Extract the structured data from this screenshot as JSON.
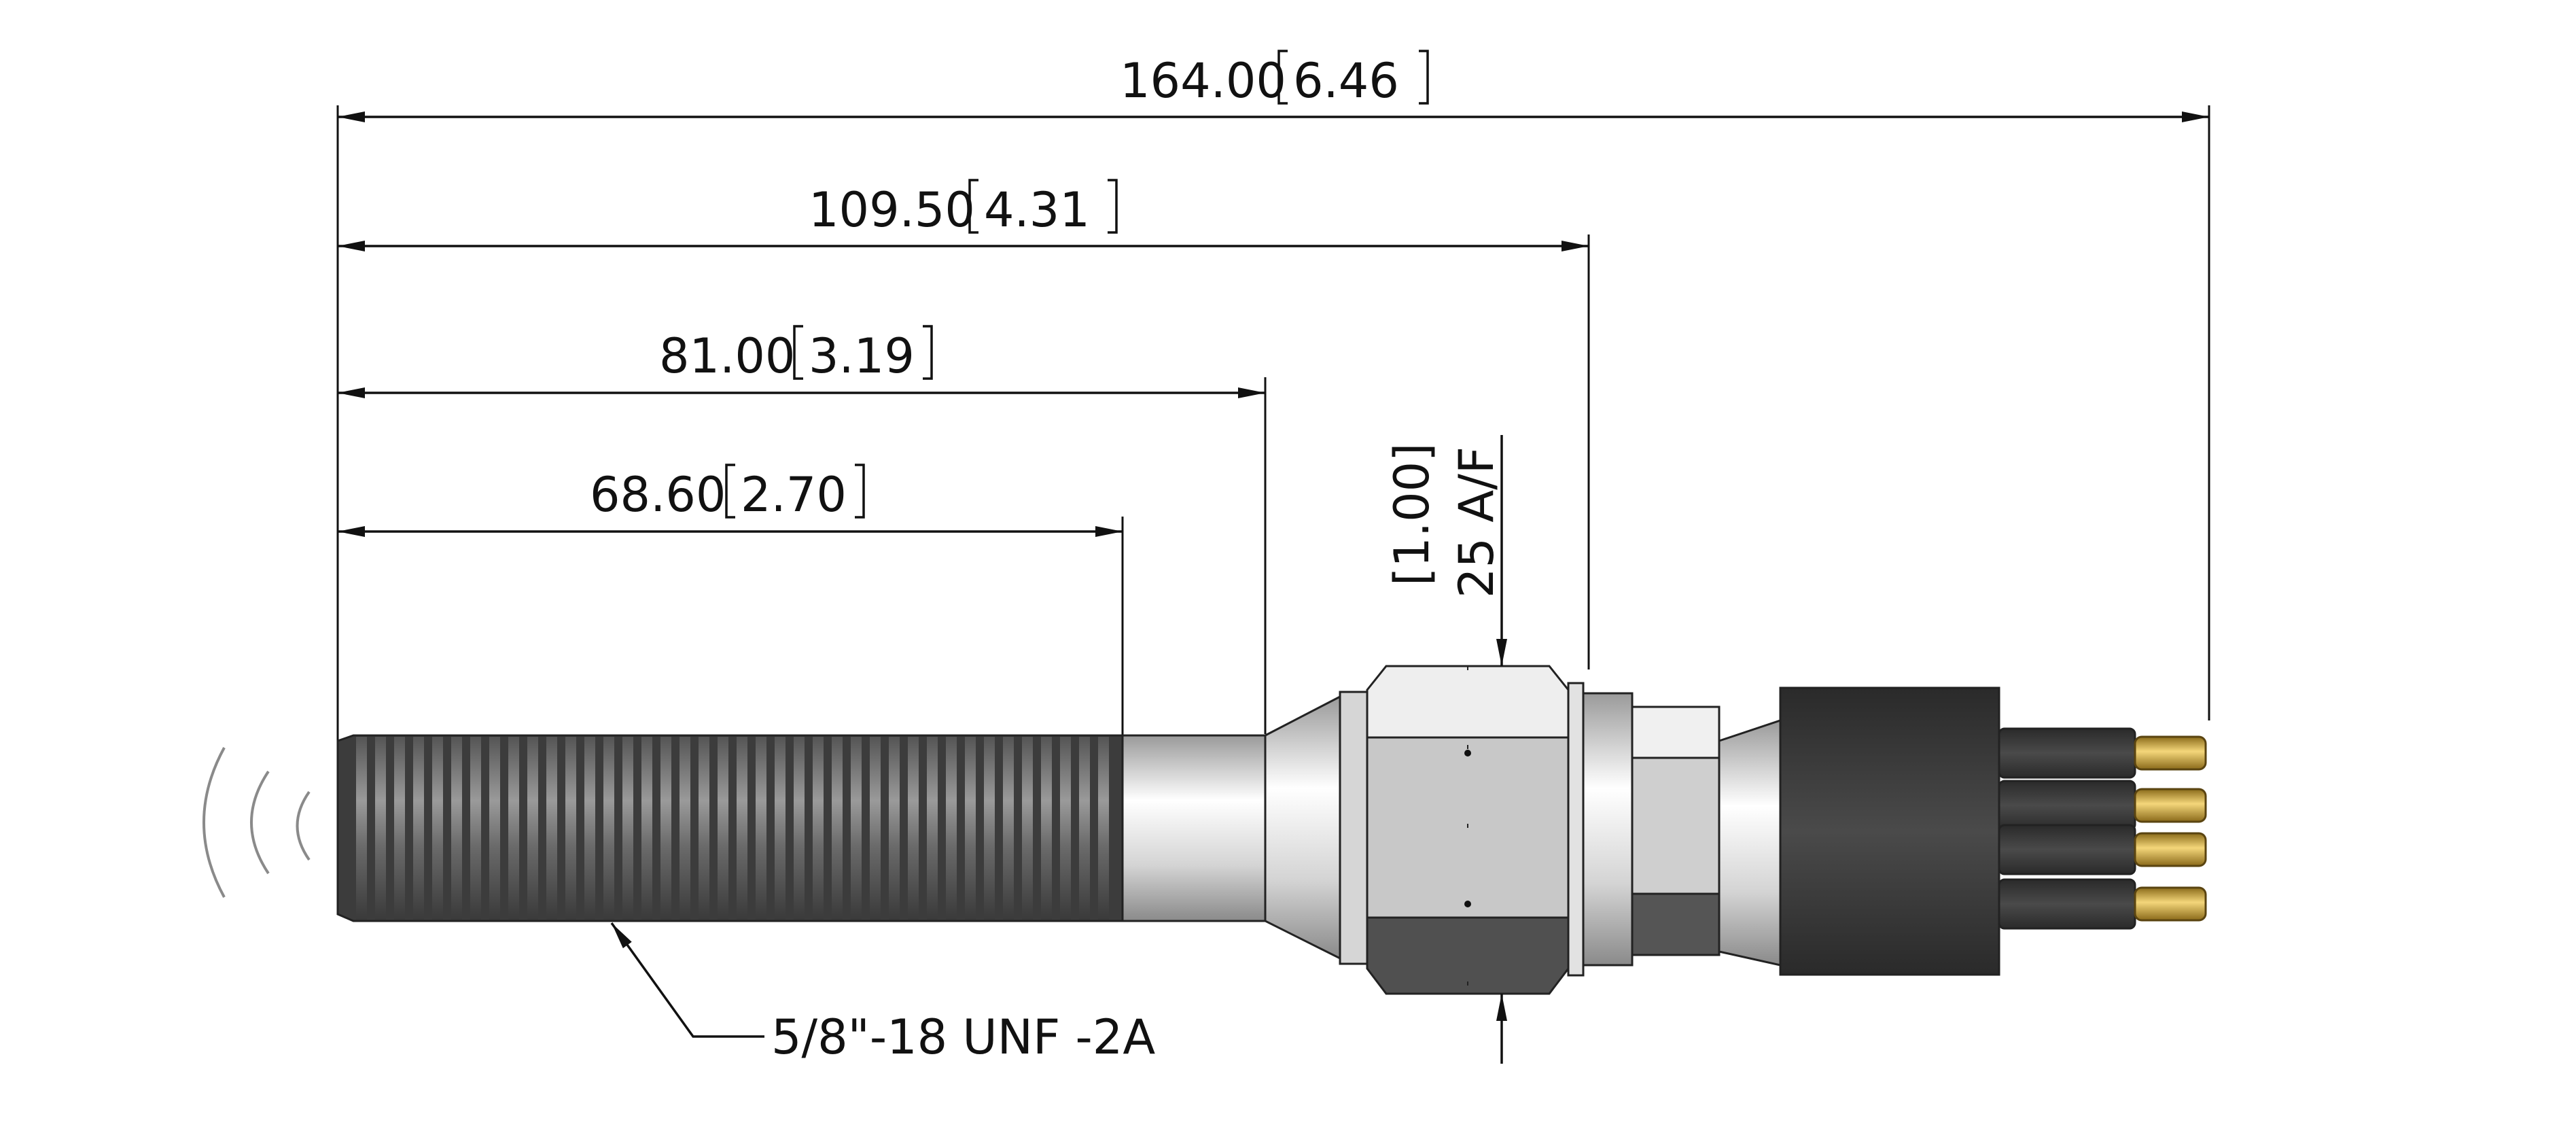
{
  "dimensions": {
    "overall": {
      "value": "164.00",
      "inch": "6.46"
    },
    "nut_face": {
      "value": "109.50",
      "inch": "4.31"
    },
    "shoulder": {
      "value": "81.00",
      "inch": "3.19"
    },
    "thread_length": {
      "value": "68.60",
      "inch": "2.70"
    }
  },
  "hex": {
    "across_flats": "25 A/F",
    "across_flats_inch": "[1.00]"
  },
  "thread_callout": "5/8\"-18 UNF -2A",
  "colors": {
    "line": "#111111",
    "thread_dark": "#3c3c3c",
    "metal_light": "#e6e6e6",
    "metal_dark": "#505050",
    "connector_body": "#3d3d3d",
    "pin_gold": "#d9b24a",
    "sensor_waves": "#8a8a8a"
  },
  "icons": [
    "sensing-waves-icon",
    "dimension-arrow-icon",
    "leader-arrow-icon"
  ]
}
